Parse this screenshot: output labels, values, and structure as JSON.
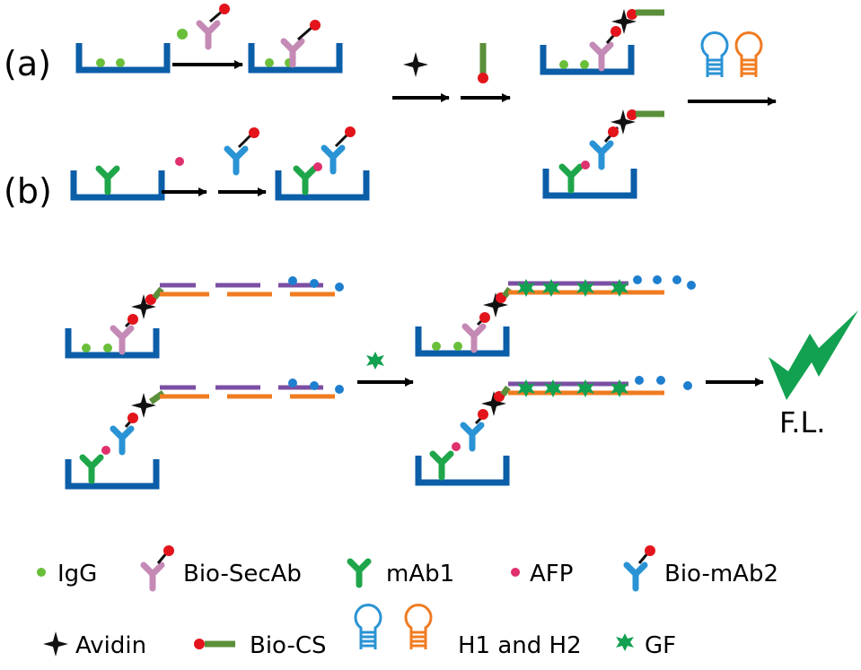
{
  "panels": {
    "a": "(a)",
    "b": "(b)"
  },
  "output_label": "F.L.",
  "legend": {
    "igg": "IgG",
    "bio_secab": "Bio-SecAb",
    "mab1": "mAb1",
    "afp": "AFP",
    "bio_mab2": "Bio-mAb2",
    "avidin": "Avidin",
    "bio_cs": "Bio-CS",
    "h1h2": "H1 and H2",
    "gf": "GF"
  },
  "colors": {
    "well": "#0b5ea8",
    "igg": "#6abf3a",
    "secab": "#c48ab5",
    "mab1": "#1fa64a",
    "afp": "#e0306e",
    "mab2": "#2a93d5",
    "biotin": "#e3141b",
    "cs": "#5b8f3a",
    "h1": "#2a93d5",
    "h2": "#f07c22",
    "purple": "#7b4fa3",
    "orange": "#f07c22",
    "dot": "#1f7fcf",
    "gf": "#12a150",
    "flash": "#12a150"
  }
}
